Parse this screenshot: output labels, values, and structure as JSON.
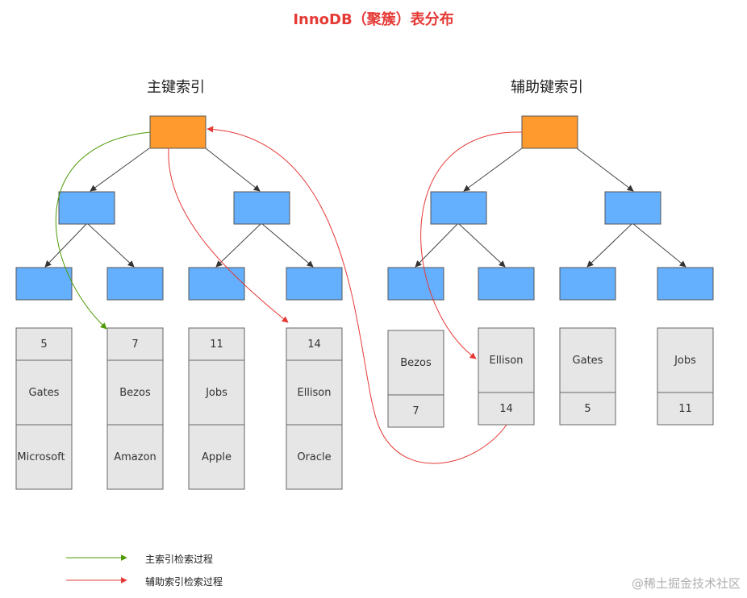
{
  "title": "InnoDB（聚簇）表分布",
  "primary_index": {
    "heading": "主键索引",
    "records": [
      {
        "id": "5",
        "name": "Gates",
        "company": "Microsoft"
      },
      {
        "id": "7",
        "name": "Bezos",
        "company": "Amazon"
      },
      {
        "id": "11",
        "name": "Jobs",
        "company": "Apple"
      },
      {
        "id": "14",
        "name": "Ellison",
        "company": "Oracle"
      }
    ]
  },
  "secondary_index": {
    "heading": "辅助键索引",
    "records": [
      {
        "name": "Bezos",
        "id": "7"
      },
      {
        "name": "Ellison",
        "id": "14"
      },
      {
        "name": "Gates",
        "id": "5"
      },
      {
        "name": "Jobs",
        "id": "11"
      }
    ]
  },
  "legend": [
    {
      "label": "主索引检索过程",
      "color": "#4e9a06"
    },
    {
      "label": "辅助索引检索过程",
      "color": "#e53935"
    }
  ],
  "colors": {
    "root": "#ff9a2e",
    "internal": "#64b0ff",
    "record": "#e6e6e6",
    "edge": "#444444",
    "primary_path": "#4e9a06",
    "secondary_path": "#e53935"
  },
  "watermark": "@稀土掘金技术社区"
}
